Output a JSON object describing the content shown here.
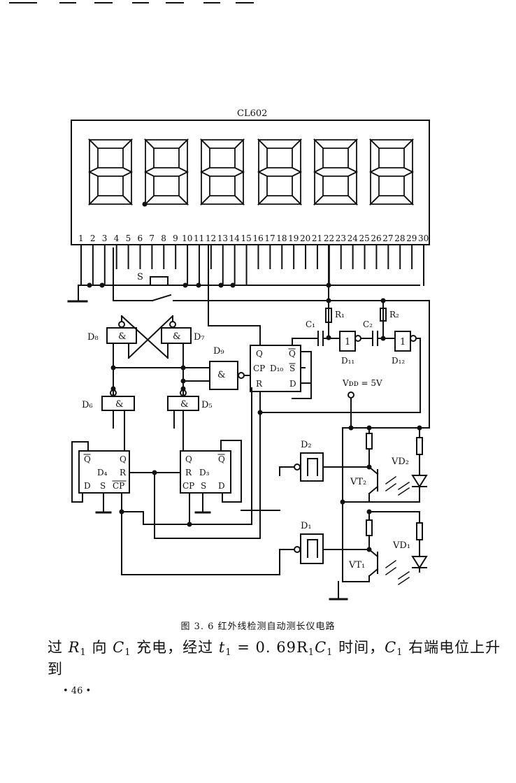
{
  "display": {
    "chip_label": "CL602",
    "pin_numbers": [
      "1",
      "2",
      "3",
      "4",
      "5",
      "6",
      "7",
      "8",
      "9",
      "10",
      "11",
      "12",
      "13",
      "14",
      "15",
      "16",
      "17",
      "18",
      "19",
      "20",
      "21",
      "22",
      "23",
      "24",
      "25",
      "26",
      "27",
      "28",
      "29",
      "30"
    ]
  },
  "components": {
    "switch": "S",
    "gate_d8": "D₈",
    "gate_d7": "D₇",
    "gate_d9": "D₉",
    "gate_d6": "D₆",
    "gate_d5": "D₅",
    "gate_and": "&",
    "inv_d11": "D₁₁",
    "inv_d12": "D₁₂",
    "inv_sym": "1",
    "ff_d10": {
      "q": "Q",
      "qbar": "Q",
      "cp": "CP",
      "name": "D₁₀",
      "s": "S",
      "r": "R",
      "d": "D"
    },
    "ff_d4": {
      "qbar": "Q",
      "q": "Q",
      "name": "D₄",
      "r": "R",
      "d": "D",
      "s": "S",
      "cp": "CP"
    },
    "ff_d3": {
      "r": "R",
      "name": "D₃",
      "cp": "CP",
      "s": "S",
      "d": "D",
      "q": "Q",
      "qbar": "Q"
    },
    "r1": "R₁",
    "r2": "R₂",
    "c1": "C₁",
    "c2": "C₂",
    "vdd": "Vᴅᴅ = 5V",
    "d2": "D₂",
    "d1": "D₁",
    "vt2": "VT₂",
    "vt1": "VT₁",
    "vd2": "VD₂",
    "vd1": "VD₁"
  },
  "caption": "图 3. 6   红外线检测自动测长仪电路",
  "body_text": {
    "p1": "过 ",
    "r1": "R",
    "r1_sub": "1",
    "p2": " 向 ",
    "c1": "C",
    "c1_sub": "1",
    "p3": " 充电，经过 ",
    "t1": "t",
    "t1_sub": "1",
    "p4": " = 0. 69R",
    "r1b_sub": "1",
    "p5": "C",
    "c1b_sub": "1",
    "p6": " 时间，",
    "c1c": "C",
    "c1c_sub": "1",
    "p7": " 右端电位上升到"
  },
  "page_number": "• 46 •"
}
